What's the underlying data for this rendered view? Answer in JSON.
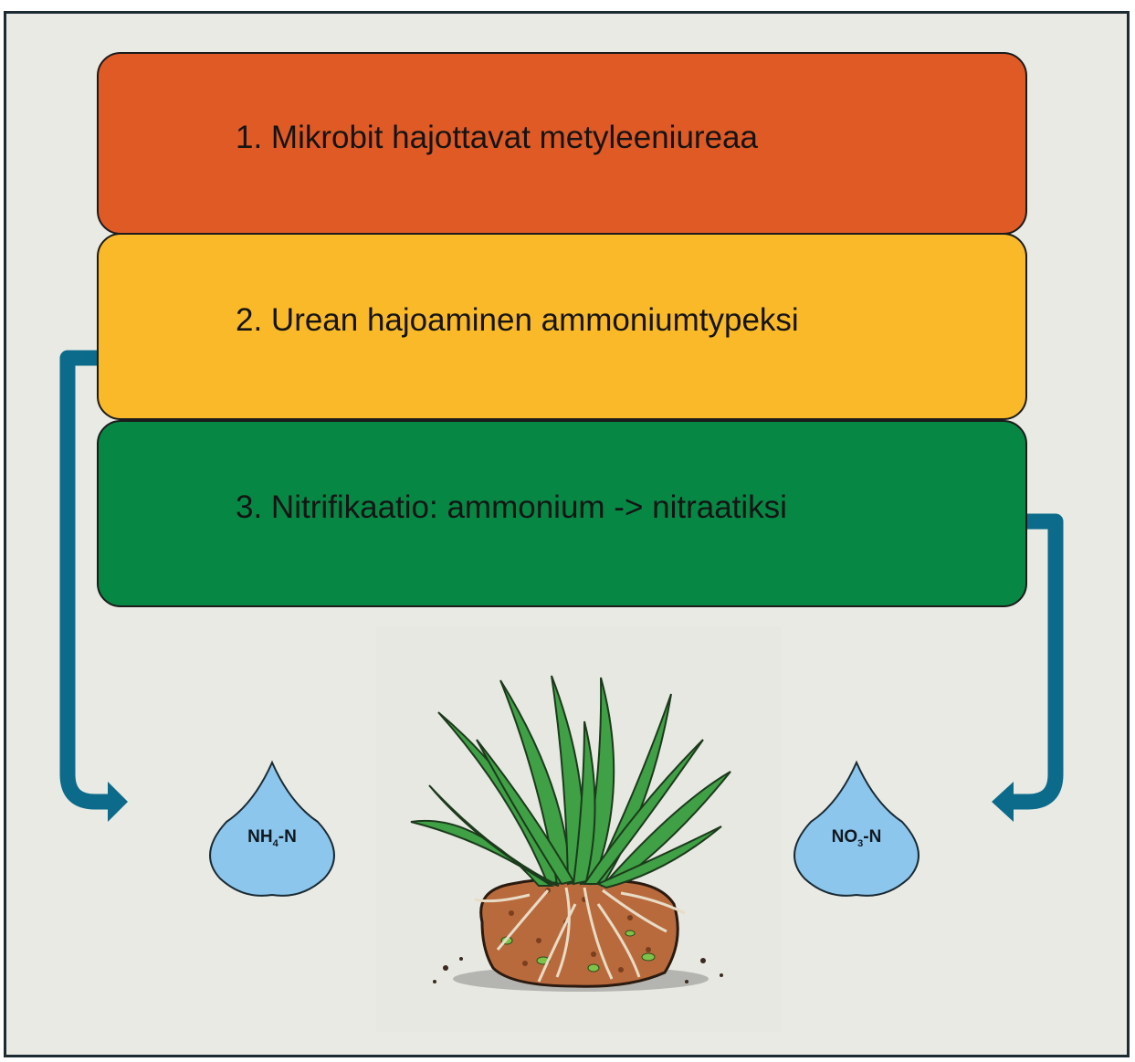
{
  "steps": [
    {
      "label": "1. Mikrobit hajottavat metyleeniureaa",
      "color": "#e05a26"
    },
    {
      "label": "2. Urean hajoaminen ammoniumtypeksi",
      "color": "#fab928"
    },
    {
      "label": "3. Nitrifikaatio: ammonium -> nitraatiksi",
      "color": "#078744"
    }
  ],
  "drops": {
    "ammonium": {
      "main": "NH",
      "sub": "4",
      "suffix": "-N"
    },
    "nitrate": {
      "main": "NO",
      "sub": "3",
      "suffix": "-N"
    }
  },
  "colors": {
    "arrow": "#0c6a8a",
    "drop": "#8cc6ec",
    "background": "#e9eae4"
  },
  "icons": {
    "plant": "grass-clump-with-roots-icon",
    "left_arrow": "arrow-to-ammonium-icon",
    "right_arrow": "arrow-to-nitrate-icon"
  }
}
